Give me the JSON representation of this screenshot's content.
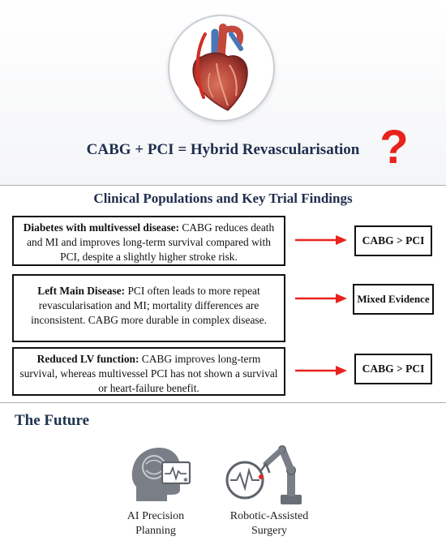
{
  "header": {
    "equation": "CABG + PCI = Hybrid Revascularisation",
    "question_mark": "?"
  },
  "section_title": "Clinical Populations and Key Trial Findings",
  "findings": [
    {
      "label": "Diabetes with multivessel disease:",
      "text": "CABG reduces death and MI and improves long-term survival compared with PCI, despite a slightly higher stroke risk.",
      "verdict": "CABG > PCI"
    },
    {
      "label": "Left Main Disease:",
      "text": "PCI often leads to more repeat revascularisation and MI; mortality differences are inconsistent. CABG more durable in complex disease.",
      "verdict": "Mixed Evidence"
    },
    {
      "label": "Reduced LV function:",
      "text": "CABG improves long-term survival, whereas multivessel PCI has not shown a survival or heart-failure benefit.",
      "verdict": "CABG > PCI"
    }
  ],
  "future": {
    "title": "The Future",
    "items": [
      {
        "label": "AI Precision Planning",
        "icon": "ai-head-monitor-icon"
      },
      {
        "label": "Robotic-Assisted Surgery",
        "icon": "robotic-arm-heart-icon"
      }
    ]
  },
  "colors": {
    "arrow": "#e8231d",
    "question_mark": "#e8231d",
    "heading": "#1f2d4d",
    "icon_gray": "#7a7f87"
  }
}
